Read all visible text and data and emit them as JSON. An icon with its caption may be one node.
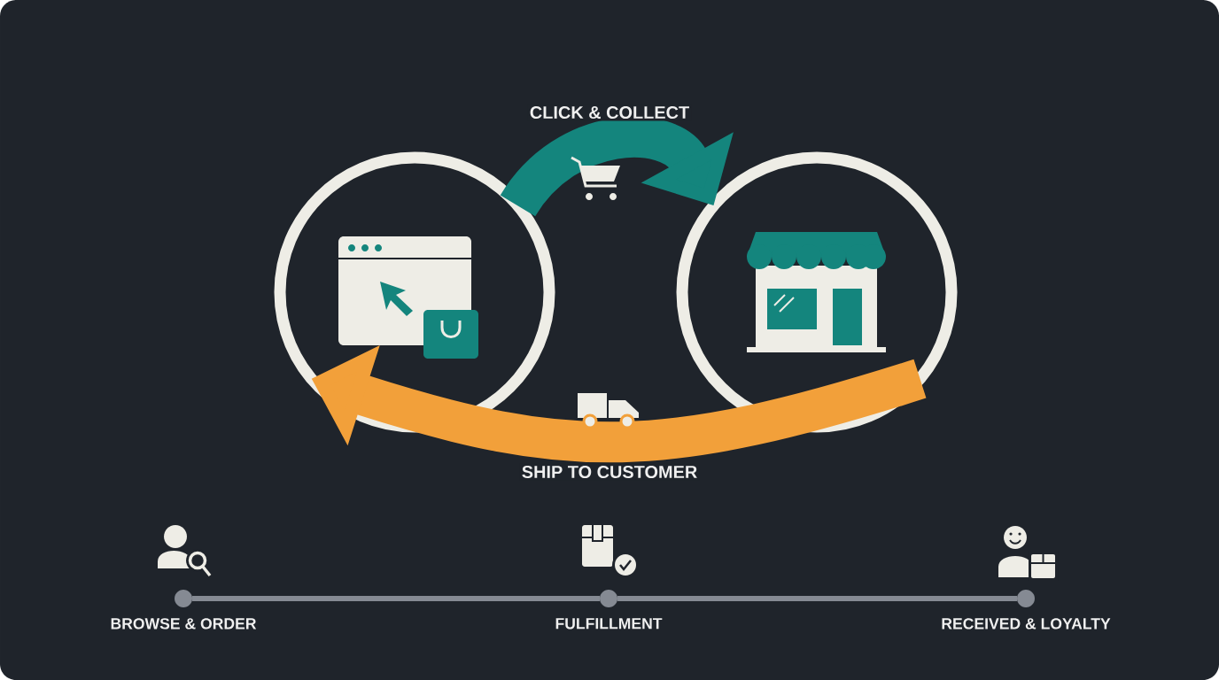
{
  "diagram": {
    "nodes": [
      {
        "text": [],
        "shape": "circle"
      },
      {
        "text": [],
        "shape": "circle"
      },
      {
        "text": [
          "BROWSE & ORDER"
        ]
      },
      {
        "text": [
          "FULFILLMENT"
        ]
      },
      {
        "text": [
          "RECEIVED & LOYALTY"
        ]
      }
    ],
    "edges": [
      {
        "from": 0,
        "to": 1,
        "arrow": "to",
        "label": "CLICK & COLLECT",
        "style": "thick",
        "color": "#14857d"
      },
      {
        "from": 1,
        "to": 0,
        "arrow": "to",
        "label": "SHIP TO CUSTOMER",
        "style": "thick",
        "color": "#f2a03a"
      },
      {
        "from": 2,
        "to": 3,
        "arrow": "none"
      },
      {
        "from": 3,
        "to": 4,
        "arrow": "none"
      }
    ]
  }
}
